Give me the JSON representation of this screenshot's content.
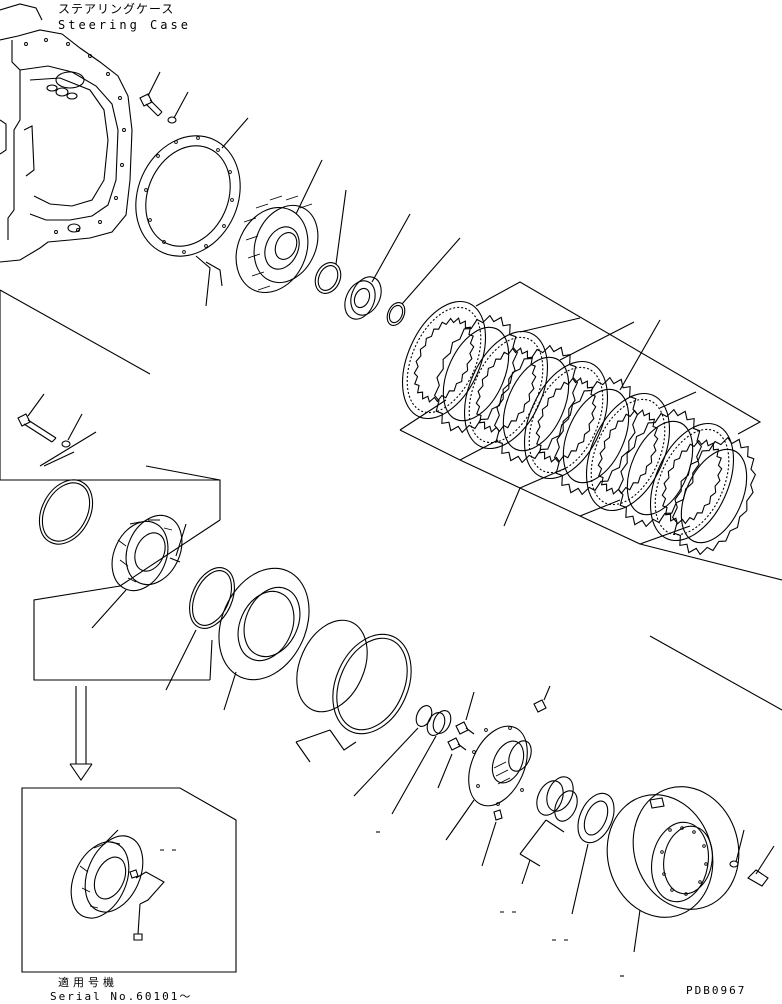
{
  "header": {
    "title_jp": "ステアリングケース",
    "title_en": "Steering Case"
  },
  "footer": {
    "applicable_jp": "適用号機",
    "serial": "Serial No.60101～",
    "drawing_code": "PDB0967"
  },
  "icons": [
    "down-arrow-icon"
  ]
}
